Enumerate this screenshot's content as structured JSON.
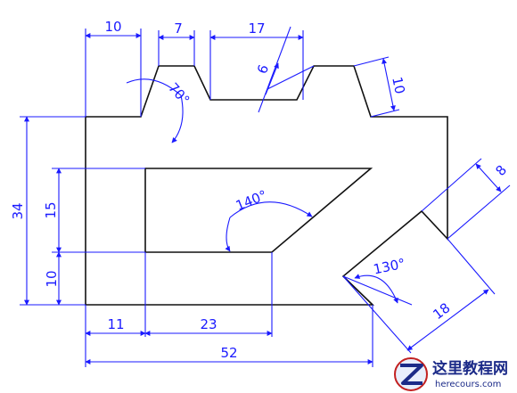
{
  "dimensions": {
    "d10_top": "10",
    "d7": "7",
    "d17": "17",
    "d6": "6",
    "d10_right": "10",
    "d70": "70°",
    "d34": "34",
    "d15": "15",
    "d10_left": "10",
    "d140": "140°",
    "d8": "8",
    "d130": "130°",
    "d18": "18",
    "d11": "11",
    "d23": "23",
    "d52": "52"
  },
  "watermark": {
    "title": "这里教程网",
    "url": "herecours.com"
  },
  "colors": {
    "part": "#111111",
    "dimension": "#1a1aff",
    "logo": "#1b2a88"
  }
}
